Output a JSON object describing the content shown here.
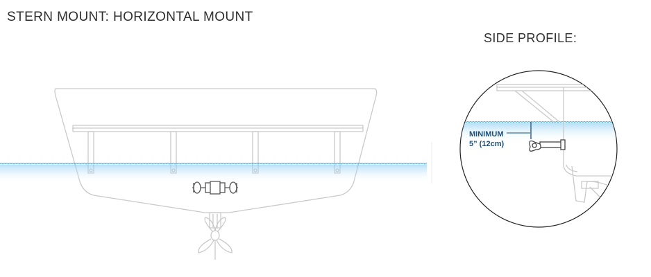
{
  "header": {
    "title": "STERN MOUNT: HORIZONTAL MOUNT",
    "side_profile_label": "SIDE PROFILE:"
  },
  "side_profile": {
    "measurement_line1": "MINIMUM",
    "measurement_line2": "5” (12cm)"
  },
  "colors": {
    "outline": "#c9c9c9",
    "water": "#4fb3e8",
    "water_fade": "#d8eefb",
    "label": "#1d4f7a",
    "text": "#2f2f2f"
  }
}
